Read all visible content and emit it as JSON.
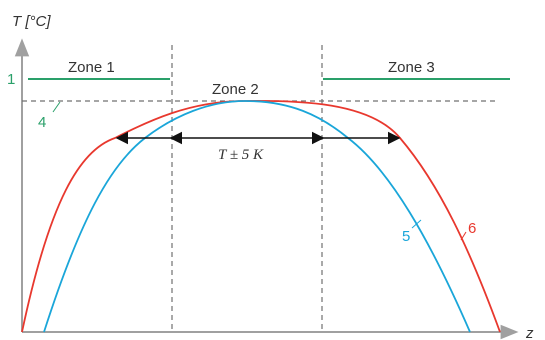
{
  "axes": {
    "y_label": "T [°C]",
    "x_label": "z"
  },
  "zones": {
    "zone1": "Zone 1",
    "zone2": "Zone 2",
    "zone3": "Zone 3"
  },
  "tolerance_label": "T ± 5 K",
  "markers": {
    "m1": "1",
    "m4": "4",
    "m5": "5",
    "m6": "6"
  },
  "colors": {
    "axis": "#9a9a9a",
    "zone_line": "#2aa06a",
    "dashed": "#707070",
    "curve_red": "#e8382e",
    "curve_cyan": "#1aa6d9",
    "text": "#333333",
    "marker_green": "#2aa06a"
  }
}
